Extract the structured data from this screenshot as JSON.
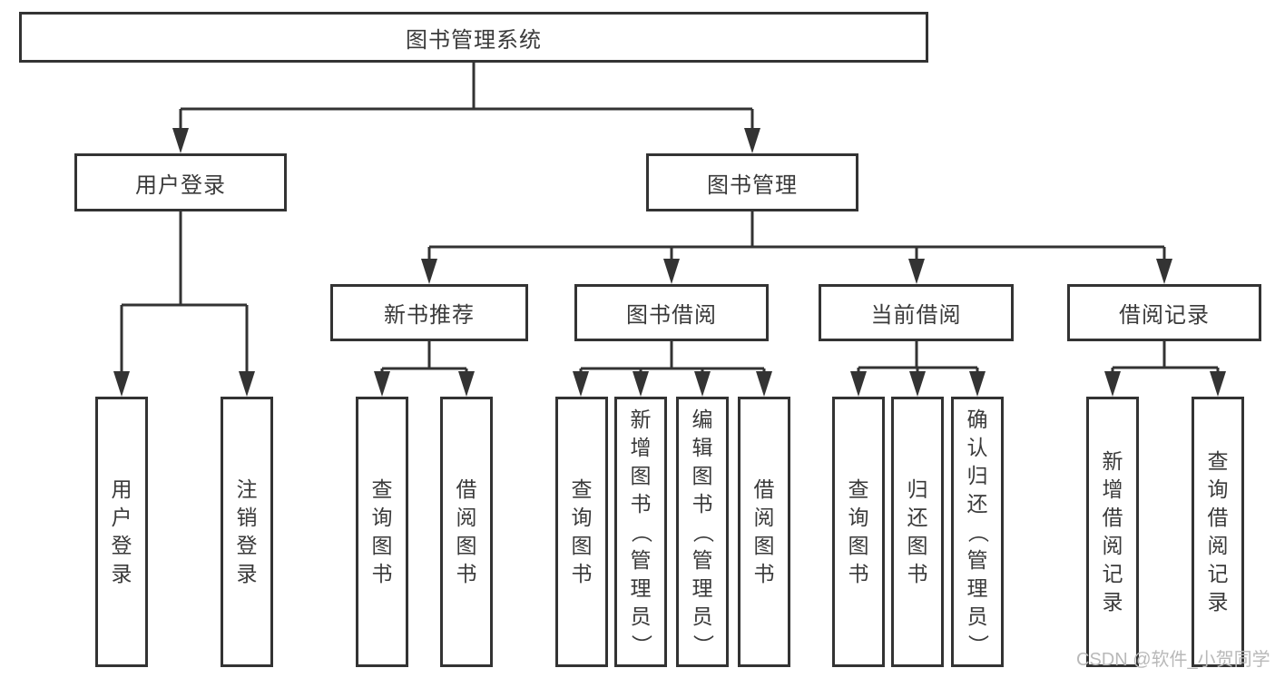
{
  "diagram": {
    "title": "图书管理系统",
    "root": {
      "label": "图书管理系统"
    },
    "branches": [
      {
        "label": "用户登录"
      },
      {
        "label": "图书管理"
      }
    ],
    "groups": [
      {
        "label": "新书推荐"
      },
      {
        "label": "图书借阅"
      },
      {
        "label": "当前借阅"
      },
      {
        "label": "借阅记录"
      }
    ],
    "leaves": [
      {
        "label": "用户登录",
        "parent": "用户登录"
      },
      {
        "label": "注销登录",
        "parent": "用户登录"
      },
      {
        "label": "查询图书",
        "parent": "新书推荐"
      },
      {
        "label": "借阅图书",
        "parent": "新书推荐"
      },
      {
        "label": "查询图书",
        "parent": "图书借阅"
      },
      {
        "label": "新增图书（管理员）",
        "parent": "图书借阅"
      },
      {
        "label": "编辑图书（管理员）",
        "parent": "图书借阅"
      },
      {
        "label": "借阅图书",
        "parent": "图书借阅"
      },
      {
        "label": "查询图书",
        "parent": "当前借阅"
      },
      {
        "label": "归还图书",
        "parent": "当前借阅"
      },
      {
        "label": "确认归还（管理员）",
        "parent": "当前借阅"
      },
      {
        "label": "新增借阅记录",
        "parent": "借阅记录"
      },
      {
        "label": "查询借阅记录",
        "parent": "借阅记录"
      }
    ]
  },
  "watermark": "CSDN @软件_小贺同学",
  "colors": {
    "line": "#333333",
    "border": "#333333",
    "text": "#3a3a3a",
    "watermark": "#b9b9b9",
    "background": "#ffffff"
  }
}
